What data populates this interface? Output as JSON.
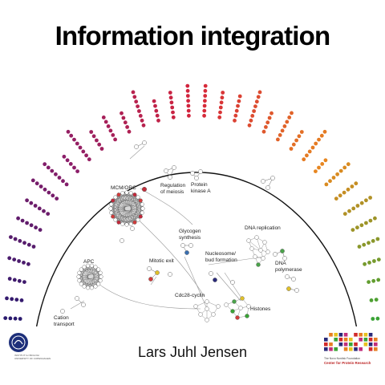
{
  "slide": {
    "title": "Information integration",
    "author": "Lars Juhl Jensen"
  },
  "network_labels": {
    "mcm_orc": "MCM/ORC",
    "regulation_of_meiosis_1": "Regulation",
    "regulation_of_meiosis_2": "of meiosis",
    "protein_kinase_a_1": "Protein",
    "protein_kinase_a_2": "kinase A",
    "glycogen_synthesis_1": "Glycogen",
    "glycogen_synthesis_2": "synthesis",
    "dna_replication": "DNA replication",
    "apc": "APC",
    "mitotic_exit": "Mitotic exit",
    "nucleosome_1": "Nucleosome/",
    "nucleosome_2": "bud formation",
    "dna_polymerase_1": "DNA",
    "dna_polymerase_2": "polymerase",
    "cdc28_cyclin": "Cdc28-cyclin",
    "histones": "Histones",
    "cation_1": "Cation",
    "cation_2": "transport"
  },
  "logos": {
    "left": {
      "caption_1": "INSTITUT for BIOLOGI",
      "caption_2": "UNIVERSITY OF COPENHAGEN"
    },
    "right": {
      "caption_1": "The Novo Nordisk Foundation",
      "caption_2": "Center for Protein Research"
    }
  },
  "colors": {
    "arc_start": "#2a1a6e",
    "arc_mid_1": "#8a1e6a",
    "arc_mid_2": "#d6243b",
    "arc_mid_3": "#e8891f",
    "arc_end": "#3aa335"
  }
}
